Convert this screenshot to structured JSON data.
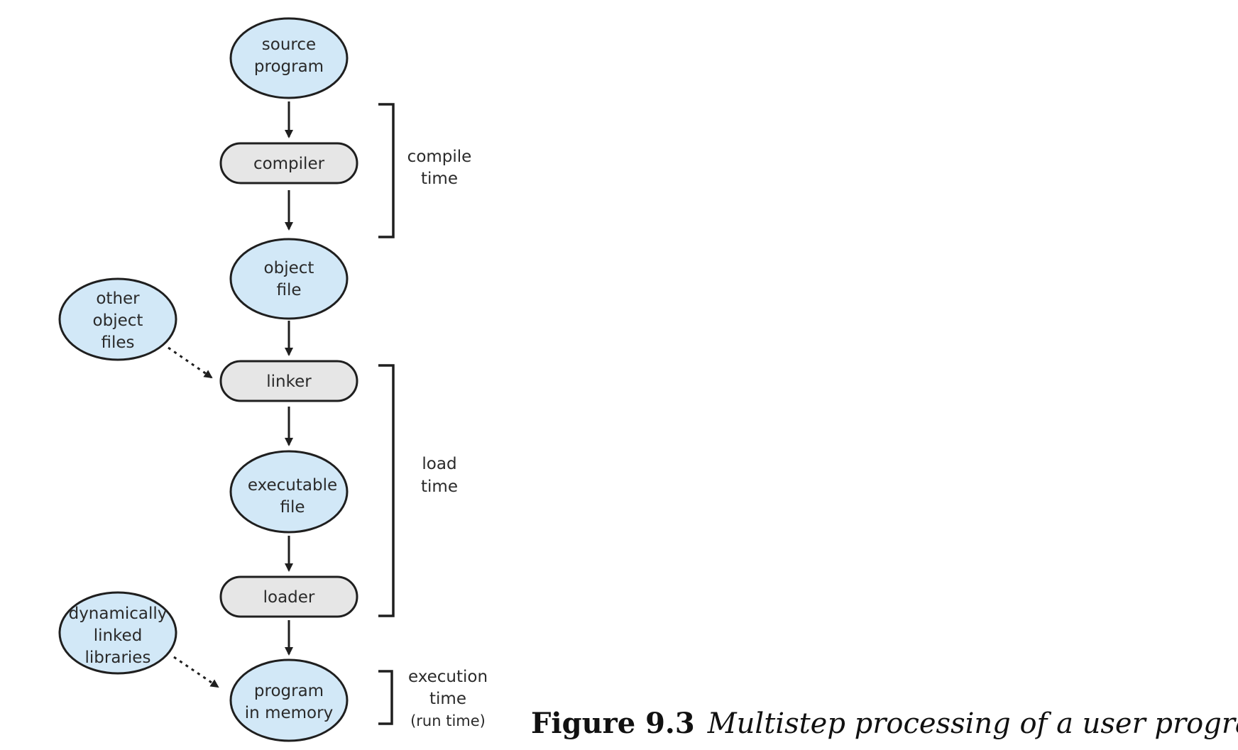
{
  "nodes": {
    "source_program": {
      "line1": "source",
      "line2": "program"
    },
    "compiler": {
      "label": "compiler"
    },
    "object_file": {
      "line1": "object",
      "line2": "file"
    },
    "other_object_files": {
      "line1": "other",
      "line2": "object",
      "line3": "files"
    },
    "linker": {
      "label": "linker"
    },
    "executable_file": {
      "line1": "executable",
      "line2": "file"
    },
    "loader": {
      "label": "loader"
    },
    "dynamically_linked_libraries": {
      "line1": "dynamically",
      "line2": "linked",
      "line3": "libraries"
    },
    "program_in_memory": {
      "line1": "program",
      "line2": "in memory"
    }
  },
  "phases": {
    "compile_time": {
      "line1": "compile",
      "line2": "time"
    },
    "load_time": {
      "line1": "load",
      "line2": "time"
    },
    "execution_time": {
      "line1": "execution",
      "line2": "time",
      "line3": "(run time)"
    }
  },
  "caption": {
    "number": "Figure 9.3",
    "text": "Multistep processing of a user program."
  },
  "colors": {
    "ellipse_fill": "#d2e8f7",
    "box_fill": "#e6e6e6",
    "stroke": "#1f1f1f"
  }
}
